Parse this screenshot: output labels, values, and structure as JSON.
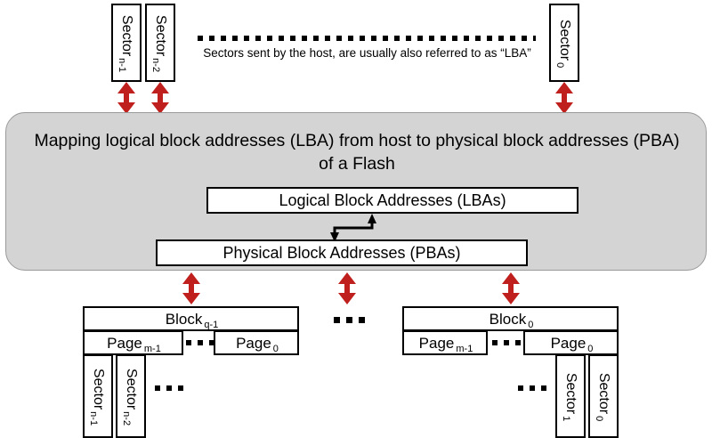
{
  "diagram": {
    "title_note": "Flash memory LBA to PBA mapping diagram",
    "accent_red": "#c0201d",
    "panel_gray": "#d4d4d4"
  },
  "host_row": {
    "caption": "Sectors sent by the host, are usually also referred to as “LBA”",
    "sectors": [
      {
        "label": "Sector",
        "sub": "n-1"
      },
      {
        "label": "Sector",
        "sub": "n-2"
      },
      {
        "label": "Sector",
        "sub": "0"
      }
    ]
  },
  "mapping": {
    "title": "Mapping logical block addresses (LBA) from host to physical block addresses (PBA) of a Flash",
    "lba_box": "Logical Block Addresses (LBAs)",
    "pba_box": "Physical Block Addresses (PBAs)"
  },
  "flash": {
    "middle_ellipsis": "...",
    "block_left": {
      "block_label": "Block",
      "block_sub": "q-1",
      "page_first_label": "Page",
      "page_first_sub": "m-1",
      "page_ellipsis": "...",
      "page_last_label": "Page",
      "page_last_sub": "0",
      "sectors": [
        {
          "label": "Sector",
          "sub": "n-1"
        },
        {
          "label": "Sector",
          "sub": "n-2"
        }
      ],
      "sector_ellipsis": "..."
    },
    "block_right": {
      "block_label": "Block",
      "block_sub": "0",
      "page_first_label": "Page",
      "page_first_sub": "m-1",
      "page_ellipsis": "...",
      "page_last_label": "Page",
      "page_last_sub": "0",
      "sectors": [
        {
          "label": "Sector",
          "sub": "1"
        },
        {
          "label": "Sector",
          "sub": "0"
        }
      ],
      "sector_ellipsis": "..."
    }
  }
}
